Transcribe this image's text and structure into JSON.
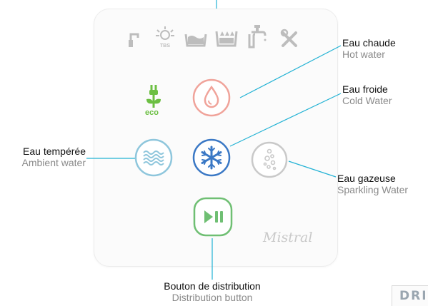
{
  "labels": {
    "hot": {
      "fr": "Eau chaude",
      "en": "Hot water"
    },
    "cold": {
      "fr": "Eau froide",
      "en": "Cold Water"
    },
    "ambient": {
      "fr": "Eau tempérée",
      "en": "Ambient water"
    },
    "sparkling": {
      "fr": "Eau gazeuse",
      "en": "Sparkling Water"
    },
    "distribution": {
      "fr": "Bouton de distribution",
      "en": "Distribution button"
    }
  },
  "panel": {
    "top_icons": [
      "tap-icon",
      "tbs-sanitize-icon",
      "basin-icon",
      "filter-icon",
      "faucet-icon",
      "tools-icon"
    ],
    "tbs_text": "TBS",
    "eco_text": "eco",
    "brand": "Mistral"
  },
  "corner_text": "DRI",
  "colors": {
    "callout_line": "#22b2d4",
    "hot": "#f0a39a",
    "cold": "#3a78c5",
    "ambient": "#8ec6dc",
    "sparkling": "#c9c9c9",
    "distribution": "#6fbf73",
    "eco": "#6cbf43",
    "icon_gray": "#bdbdbd"
  }
}
